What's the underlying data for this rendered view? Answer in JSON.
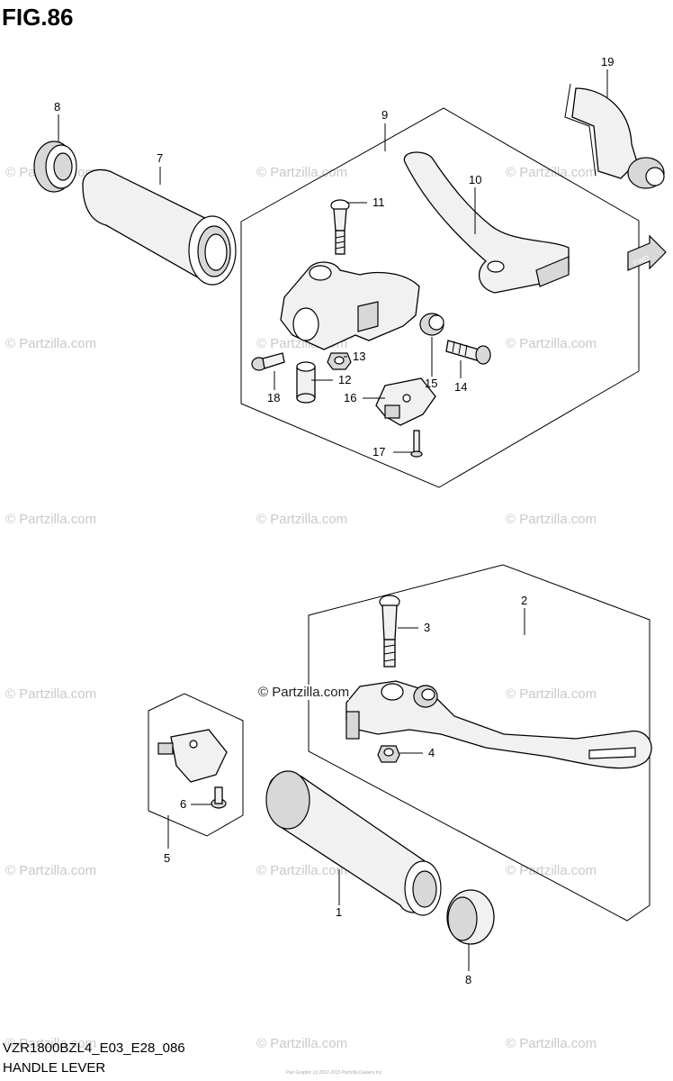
{
  "figure": {
    "title": "FIG.86",
    "model_code": "VZR1800BZL4_E03_E28_086",
    "section_name": "HANDLE LEVER",
    "small_print": "Part Graphic (c) 2002-2015 Partzilla Dealers Inc.",
    "fwd_label": "FWD"
  },
  "watermark": {
    "text": "© Partzilla.com"
  },
  "callouts": {
    "c1": "1",
    "c2": "2",
    "c3": "3",
    "c4": "4",
    "c5": "5",
    "c6": "6",
    "c7": "7",
    "c8a": "8",
    "c8b": "8",
    "c9": "9",
    "c10": "10",
    "c11": "11",
    "c12": "12",
    "c13": "13",
    "c14": "14",
    "c15": "15",
    "c16": "16",
    "c17": "17",
    "c18": "18",
    "c19": "19"
  },
  "colors": {
    "line": "#000000",
    "part_fill": "#f1f1f1",
    "watermark": "#c9c9c9"
  }
}
